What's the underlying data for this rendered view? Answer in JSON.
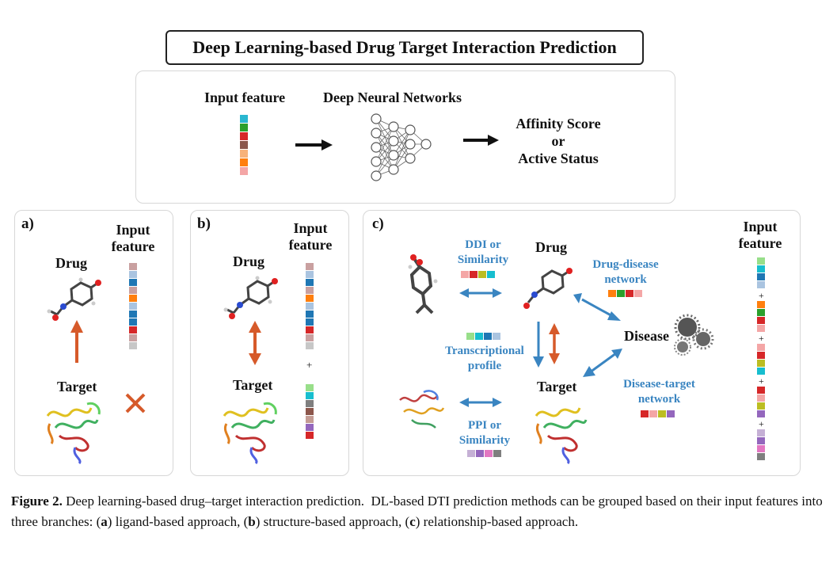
{
  "title": "Deep Learning-based Drug Target Interaction Prediction",
  "top_panel": {
    "input_label": "Input feature",
    "dnn_label": "Deep Neural Networks",
    "output_line1": "Affinity Score",
    "output_line2": "or",
    "output_line3": "Active Status"
  },
  "panel_a": {
    "letter": "a)",
    "drug": "Drug",
    "target": "Target",
    "input_line1": "Input",
    "input_line2": "feature"
  },
  "panel_b": {
    "letter": "b)",
    "drug": "Drug",
    "target": "Target",
    "input_line1": "Input",
    "input_line2": "feature",
    "plus": "+"
  },
  "panel_c": {
    "letter": "c)",
    "drug": "Drug",
    "target": "Target",
    "disease": "Disease",
    "input_line1": "Input",
    "input_line2": "feature",
    "ddi_line1": "DDI or",
    "ddi_line2": "Similarity",
    "dd_line1": "Drug-disease",
    "dd_line2": "network",
    "tp_line1": "Transcriptional",
    "tp_line2": "profile",
    "dt_line1": "Disease-target",
    "dt_line2": "network",
    "ppi_line1": "PPI or",
    "ppi_line2": "Similarity",
    "plus": "+"
  },
  "caption": {
    "fig": "Figure 2.",
    "t1": " Deep learning-based drug–target interaction prediction.  DL-based DTI prediction methods can be grouped based on their input features into three branches: (",
    "a": "a",
    "t2": ") ligand-based approach, (",
    "b": "b",
    "t3": ") structure-based approach, (",
    "c": "c",
    "t4": ") relationship-based approach."
  },
  "colors": {
    "arrow_red": "#d65a2a",
    "arrow_blue": "#3a85c1",
    "label_blue": "#3a85c1"
  }
}
